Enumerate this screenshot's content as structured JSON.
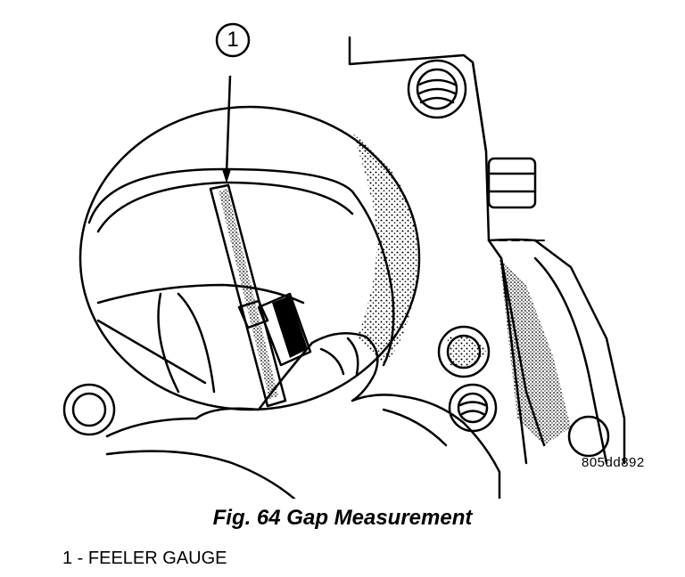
{
  "figure": {
    "callout_number": "1",
    "code": "805dd892",
    "caption": "Fig. 64 Gap Measurement",
    "legend": [
      {
        "label": "1 - FEELER GAUGE"
      }
    ]
  },
  "icons": [
    "callout-circle-icon"
  ],
  "colors": {
    "ink": "#000000",
    "paper": "#ffffff"
  }
}
